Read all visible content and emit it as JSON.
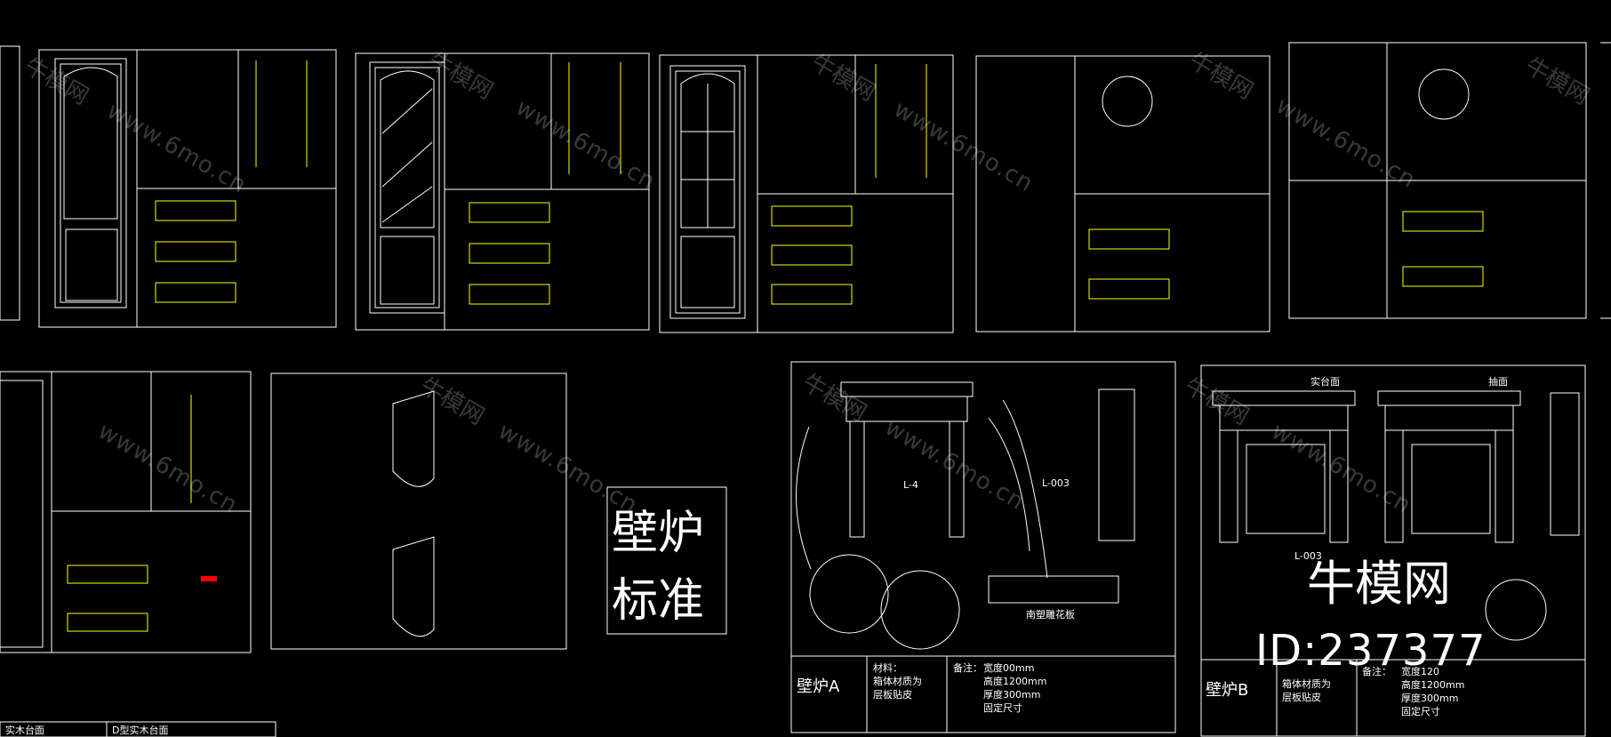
{
  "drawing": {
    "sheet_center_title_line1": "壁炉",
    "sheet_center_title_line2": "标准",
    "fireplace_a": {
      "title": "壁炉A",
      "material_label": "材料：",
      "material_line1": "箱体材质为",
      "material_line2": "层板贴皮",
      "remark_label": "备注：",
      "width": "宽度00mm",
      "height": "高度1200mm",
      "depth": "厚度300mm",
      "fixed": "固定尺寸",
      "tag_l003": "L-003",
      "tag_l4": "L-4",
      "detail_label": "南塑雕花板"
    },
    "fireplace_b": {
      "title": "壁炉B",
      "material_line1": "箱体材质为",
      "material_line2": "层板贴皮",
      "remark_label": "备注：",
      "width": "宽度120",
      "height": "高度1200mm",
      "depth": "厚度300mm",
      "fixed": "固定尺寸",
      "tag_top": "实台面",
      "tag_drawer": "抽面",
      "tag_l003": "L-003"
    },
    "bottom_left_labels": [
      "实木台面",
      "D型实木台面"
    ]
  },
  "watermark": {
    "brand_cn": "牛模网",
    "brand_url": "www.6mo.cn",
    "brand_big": "牛模网",
    "id_text": "ID:237377"
  },
  "colors": {
    "background": "#000000",
    "line": "#ffffff",
    "dimension": "#ffff00",
    "cyan": "#00ffff",
    "red": "#ff0000"
  }
}
